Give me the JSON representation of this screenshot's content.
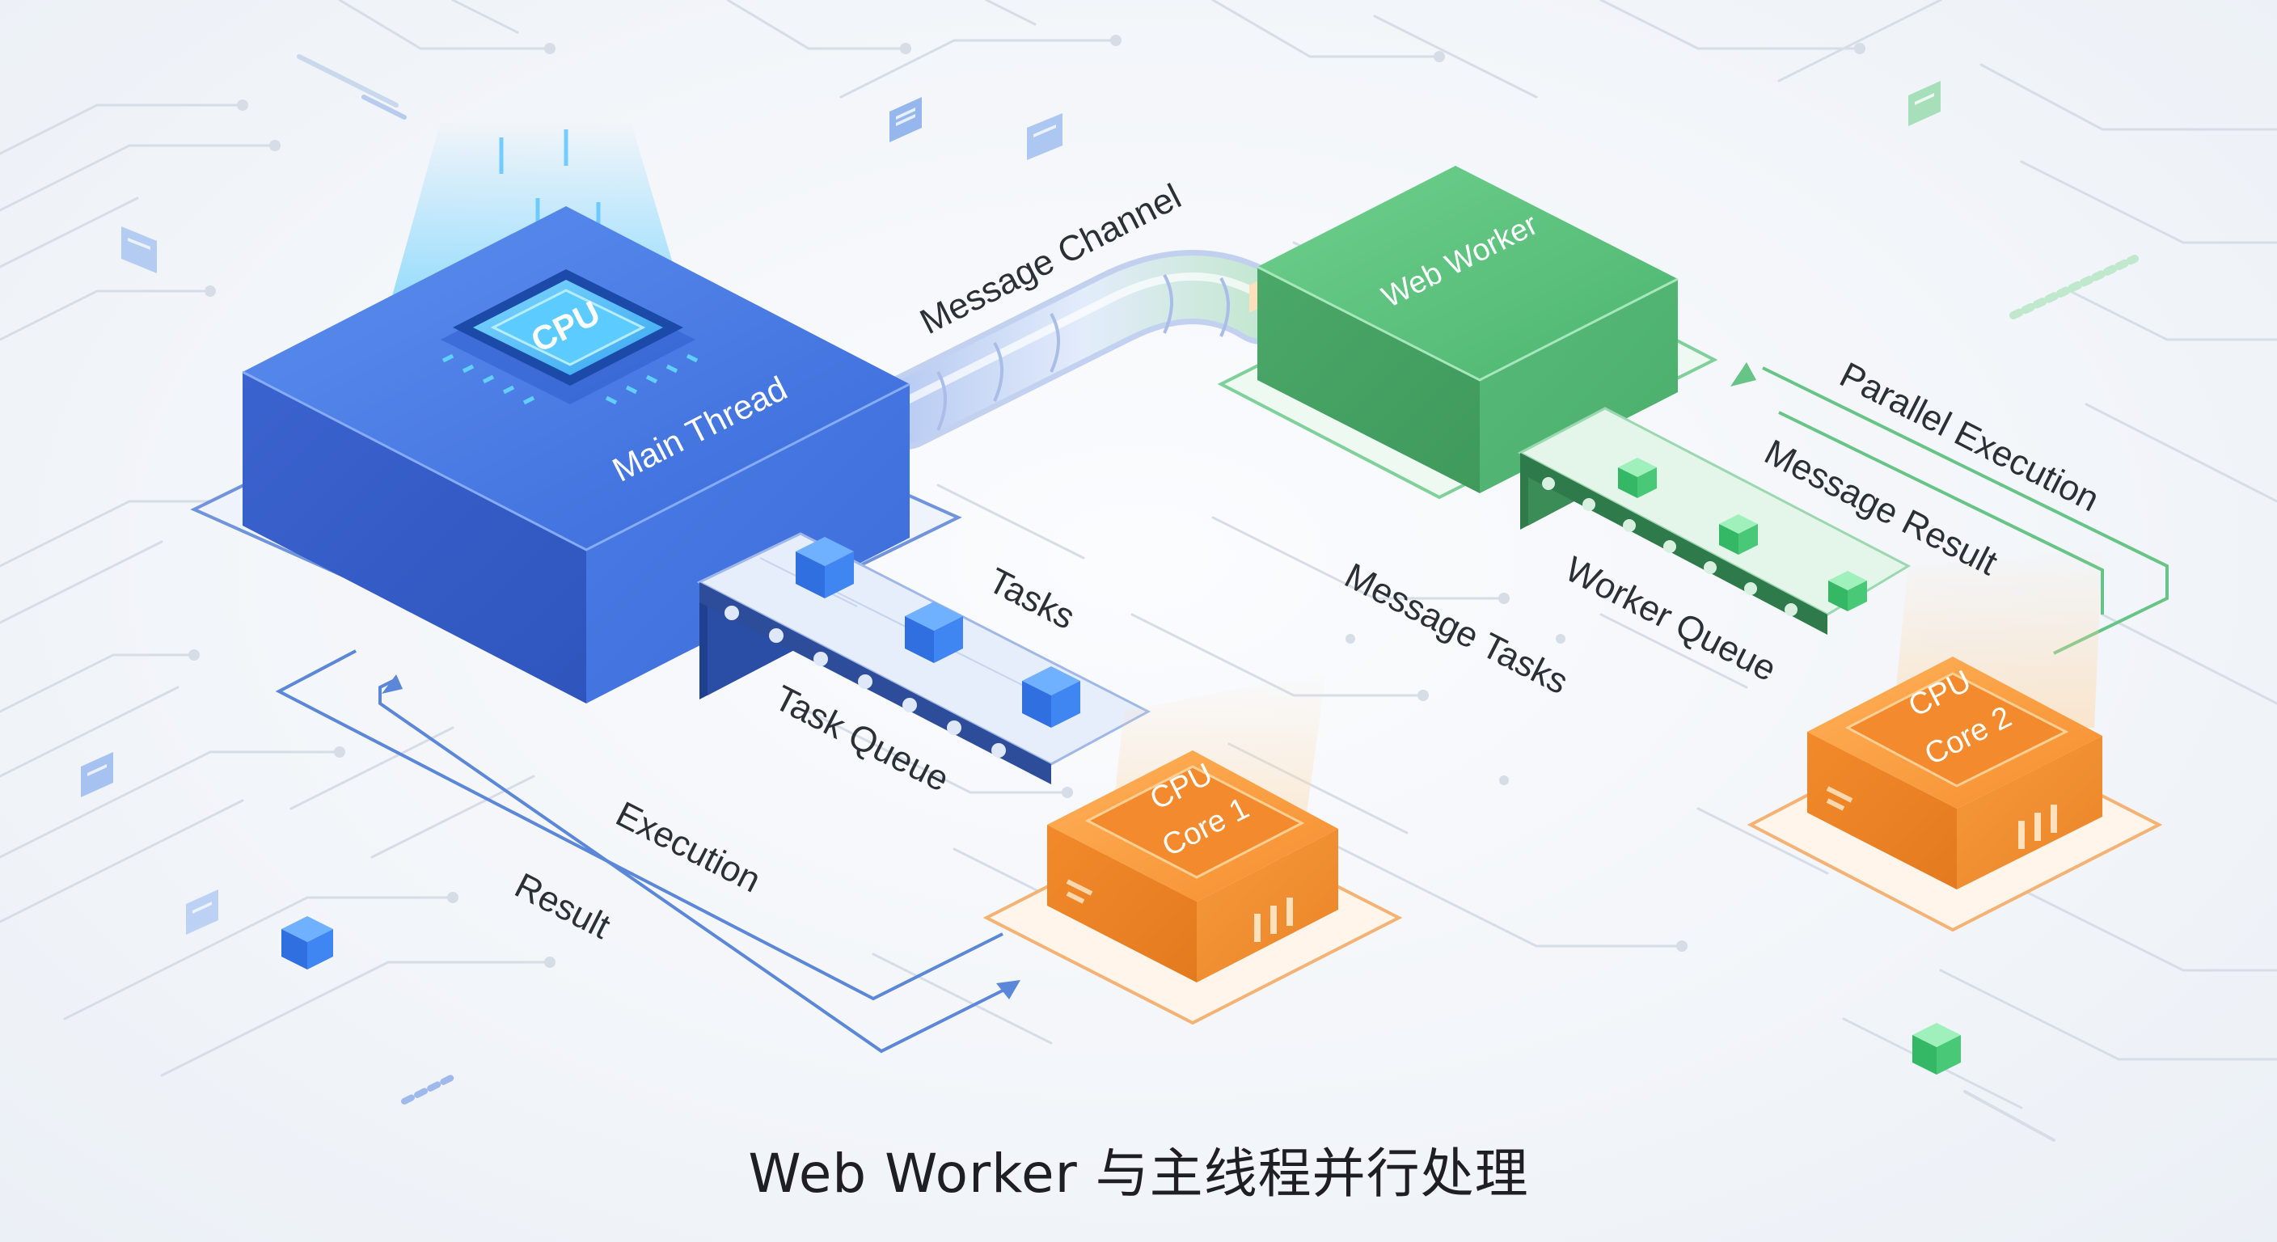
{
  "caption": "Web Worker 与主线程并行处理",
  "nodes": {
    "main_thread": {
      "label": "Main Thread",
      "chip_label": "CPU"
    },
    "web_worker": {
      "label": "Web Worker"
    },
    "core1": {
      "line1": "CPU",
      "line2": "Core 1"
    },
    "core2": {
      "line1": "CPU",
      "line2": "Core 2"
    }
  },
  "labels": {
    "message_channel": "Message Channel",
    "tasks": "Tasks",
    "task_queue": "Task Queue",
    "execution": "Execution",
    "result": "Result",
    "message_tasks": "Message Tasks",
    "worker_queue": "Worker Queue",
    "message_result": "Message Result",
    "parallel_execution": "Parallel Execution"
  },
  "colors": {
    "main_thread": "#3f74e0",
    "web_worker": "#4dbd74",
    "cpu_core": "#f28a2e",
    "circuit_lines": "#d3dbe5",
    "blue_arrow": "#4f7fd6",
    "green_arrow": "#5cc07c",
    "caption_text": "#1d1f24"
  },
  "icons": [
    "cpu-chip-icon",
    "task-cube-icon",
    "document-card-icon",
    "arrow-head-icon"
  ]
}
